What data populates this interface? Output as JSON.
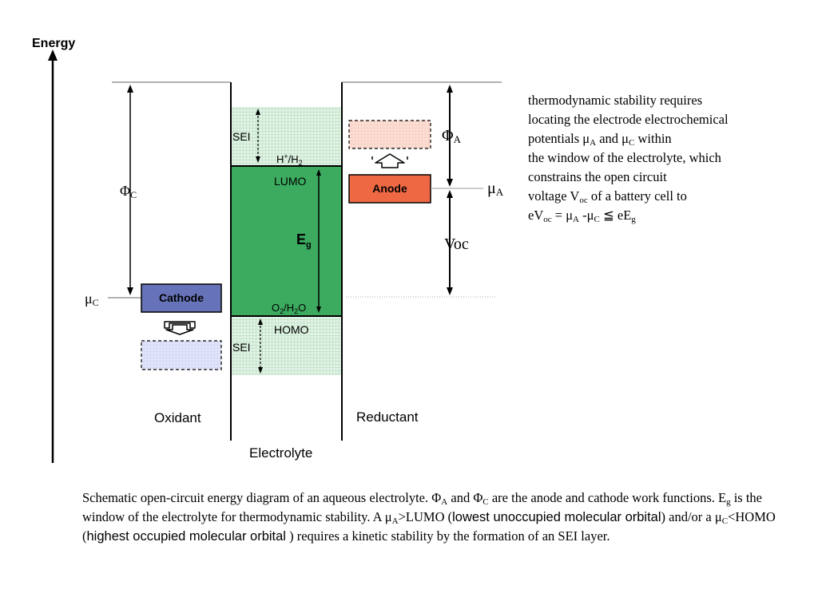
{
  "diagram": {
    "energy_label": "Energy",
    "oxidant_label": "Oxidant",
    "reductant_label": "Reductant",
    "electrolyte_label": "Electrolyte",
    "cathode_label": "Cathode",
    "anode_label": "Anode",
    "sei_label": "SEI",
    "lumo_label": "LUMO",
    "homo_label": "HOMO",
    "h_couple": {
      "base": "H",
      "sup": "+",
      "rest": "/H",
      "sub": "2"
    },
    "o_couple": {
      "base": "O",
      "sub1": "2",
      "rest": "/H",
      "sub2": "2",
      "tail": "O"
    },
    "eg": {
      "base": "E",
      "sub": "g"
    },
    "phi_c": {
      "base": "Φ",
      "sub": "C"
    },
    "phi_a": {
      "base": "Φ",
      "sub": "A"
    },
    "mu_c": {
      "base": "μ",
      "sub": "C"
    },
    "mu_a": {
      "base": "μ",
      "sub": "A"
    },
    "voc_label": "Voc",
    "colors": {
      "electrolyte_band": "#3cab60",
      "sei_hatch": "#a9d8b4",
      "cathode": "#6673b8",
      "cathode_ghost": "#c8cdf0",
      "anode": "#ee6844",
      "anode_ghost": "#f7c2b2"
    }
  },
  "explanation": {
    "line1": "thermodynamic stability requires",
    "line2": "locating the electrode electrochemical",
    "line3_a": "potentials μ",
    "line3_sub_a": "A",
    "line3_b": " and μ",
    "line3_sub_b": "C",
    "line3_c": " within",
    "line4": "the window of the electrolyte, which",
    "line5": "constrains the open circuit",
    "line6_a": "voltage V",
    "line6_sub": "oc",
    "line6_b": " of a battery cell to",
    "line7_a": "eV",
    "line7_sub_a": "oc",
    "line7_b": " = μ",
    "line7_sub_b": "A",
    "line7_c": " -μ",
    "line7_sub_c": "C",
    "line7_d": " ≦ eE",
    "line7_sub_d": "g"
  },
  "caption": {
    "t1": "Schematic open-circuit energy diagram of an aqueous electrolyte. Φ",
    "s1": "A",
    "t2": " and Φ",
    "s2": "C",
    "t3": " are the anode and cathode work functions. E",
    "s3": "g",
    "t4": " is the window of the electrolyte for thermodynamic stability. A  μ",
    "s4": "A",
    "t5": ">LUMO (",
    "t6": "lowest unoccupied molecular orbital",
    "t7": ") and/or a μ",
    "s5": "C",
    "t8": "<HOMO (",
    "t9": "highest occupied molecular orbital",
    "t10": " ) requires a kinetic stability by the formation of an SEI layer."
  }
}
